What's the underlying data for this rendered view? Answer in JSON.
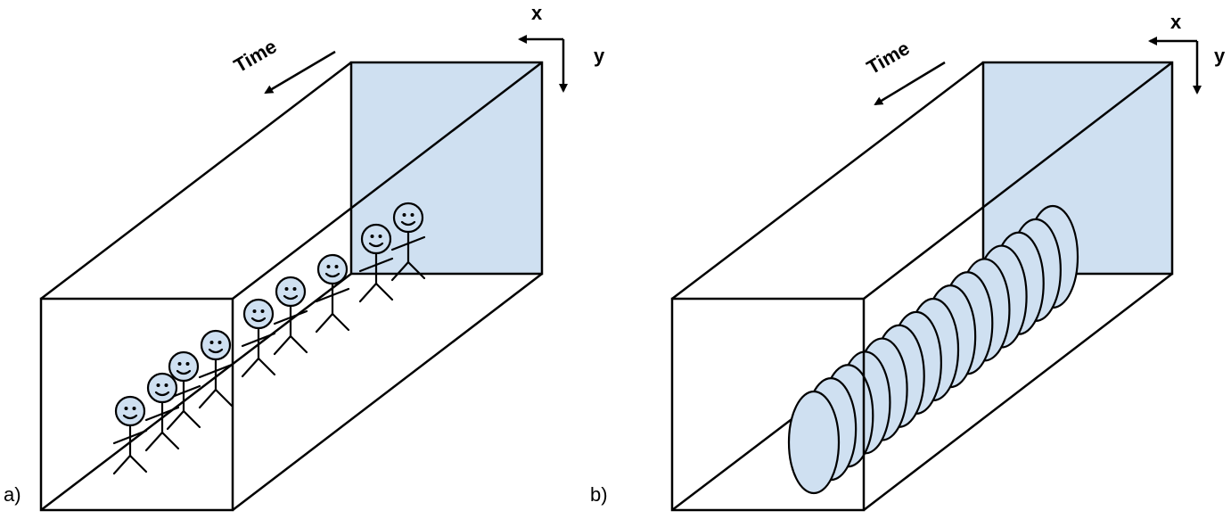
{
  "colors": {
    "stroke": "#000000",
    "face_fill": "#cfe0f1",
    "shape_fill": "#cfe0f1"
  },
  "panel_a": {
    "label": "a)",
    "time_label": "Time",
    "axis_x": "x",
    "axis_y": "y"
  },
  "panel_b": {
    "label": "b)",
    "time_label": "Time",
    "axis_x": "x",
    "axis_y": "y"
  }
}
